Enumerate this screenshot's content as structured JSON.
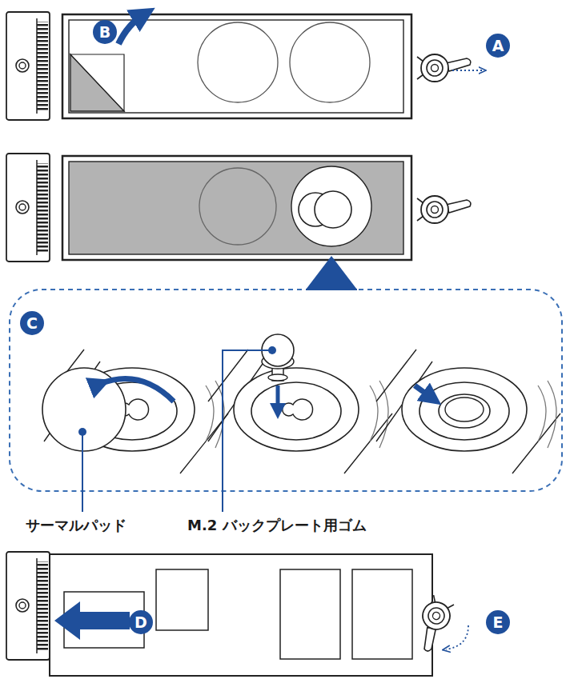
{
  "diagram": {
    "labels": [
      "B",
      "A",
      "C",
      "サーマルパッド",
      "M.2 バックプレート用ゴム",
      "D",
      "E"
    ]
  }
}
